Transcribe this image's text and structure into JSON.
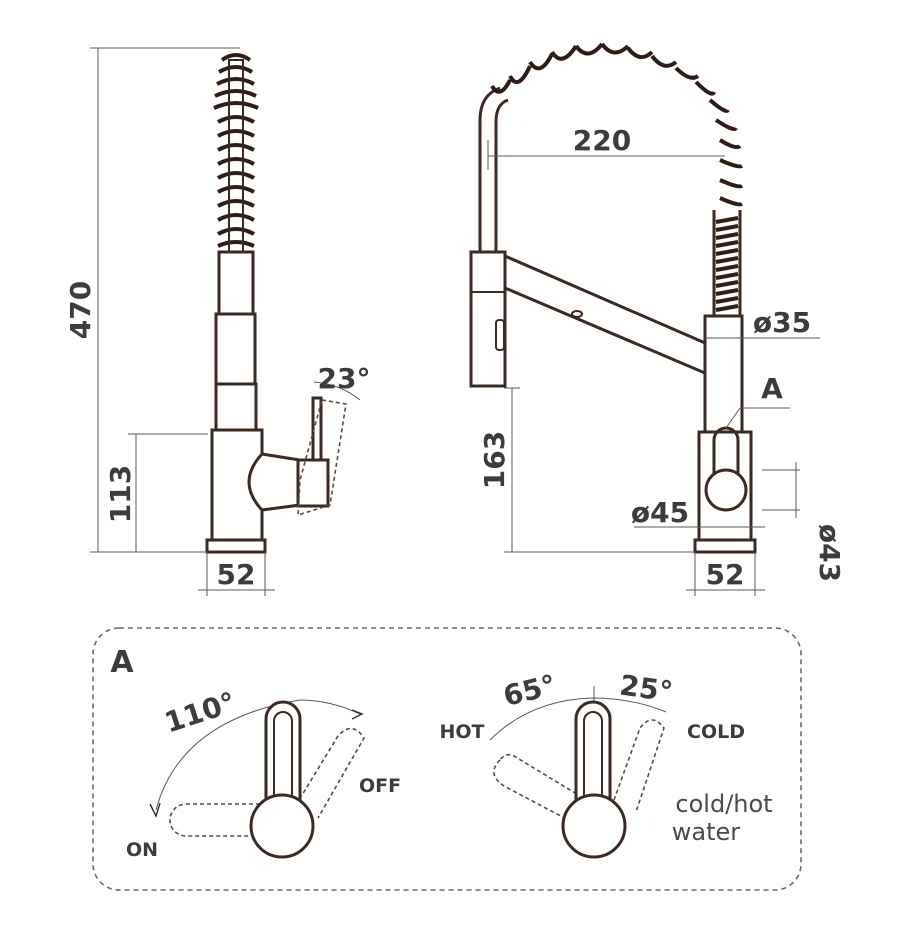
{
  "dimensions": {
    "height_total": "470",
    "height_handle": "113",
    "base_width_left": "52",
    "handle_angle": "23°",
    "reach": "220",
    "tube_diameter": "ø35",
    "detail_marker": "A",
    "spout_height": "163",
    "base_diameter": "ø45",
    "base_width_right": "52",
    "handle_diameter": "ø43"
  },
  "detail": {
    "title": "A",
    "left": {
      "angle": "110°",
      "label_off": "OFF",
      "label_on": "ON"
    },
    "right": {
      "angle_hot": "65°",
      "angle_cold": "25°",
      "label_hot": "HOT",
      "label_cold": "COLD",
      "note_line1": "cold/hot",
      "note_line2": "water"
    }
  },
  "colors": {
    "outline": "#3a2a22",
    "text": "#3c3c3c",
    "frame": "#6a6a6a"
  }
}
